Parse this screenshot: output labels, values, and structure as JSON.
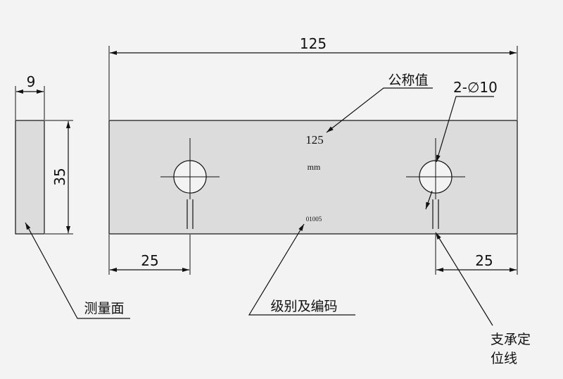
{
  "dimensions": {
    "length": "125",
    "thickness": "9",
    "width": "35",
    "hole_left_offset": "25",
    "hole_right_offset": "25",
    "holes": "2-∅10"
  },
  "plate_markings": {
    "nominal_value": "125",
    "unit": "mm",
    "code": "01005"
  },
  "callouts": {
    "nominal_value_label": "公称值",
    "measuring_face_label": "测量面",
    "grade_code_label": "级别及编码",
    "support_line_label_1": "支承定",
    "support_line_label_2": "位线"
  },
  "colors": {
    "background": "#f3f3f3",
    "plate": "#dcdcdc",
    "line": "#111111"
  }
}
